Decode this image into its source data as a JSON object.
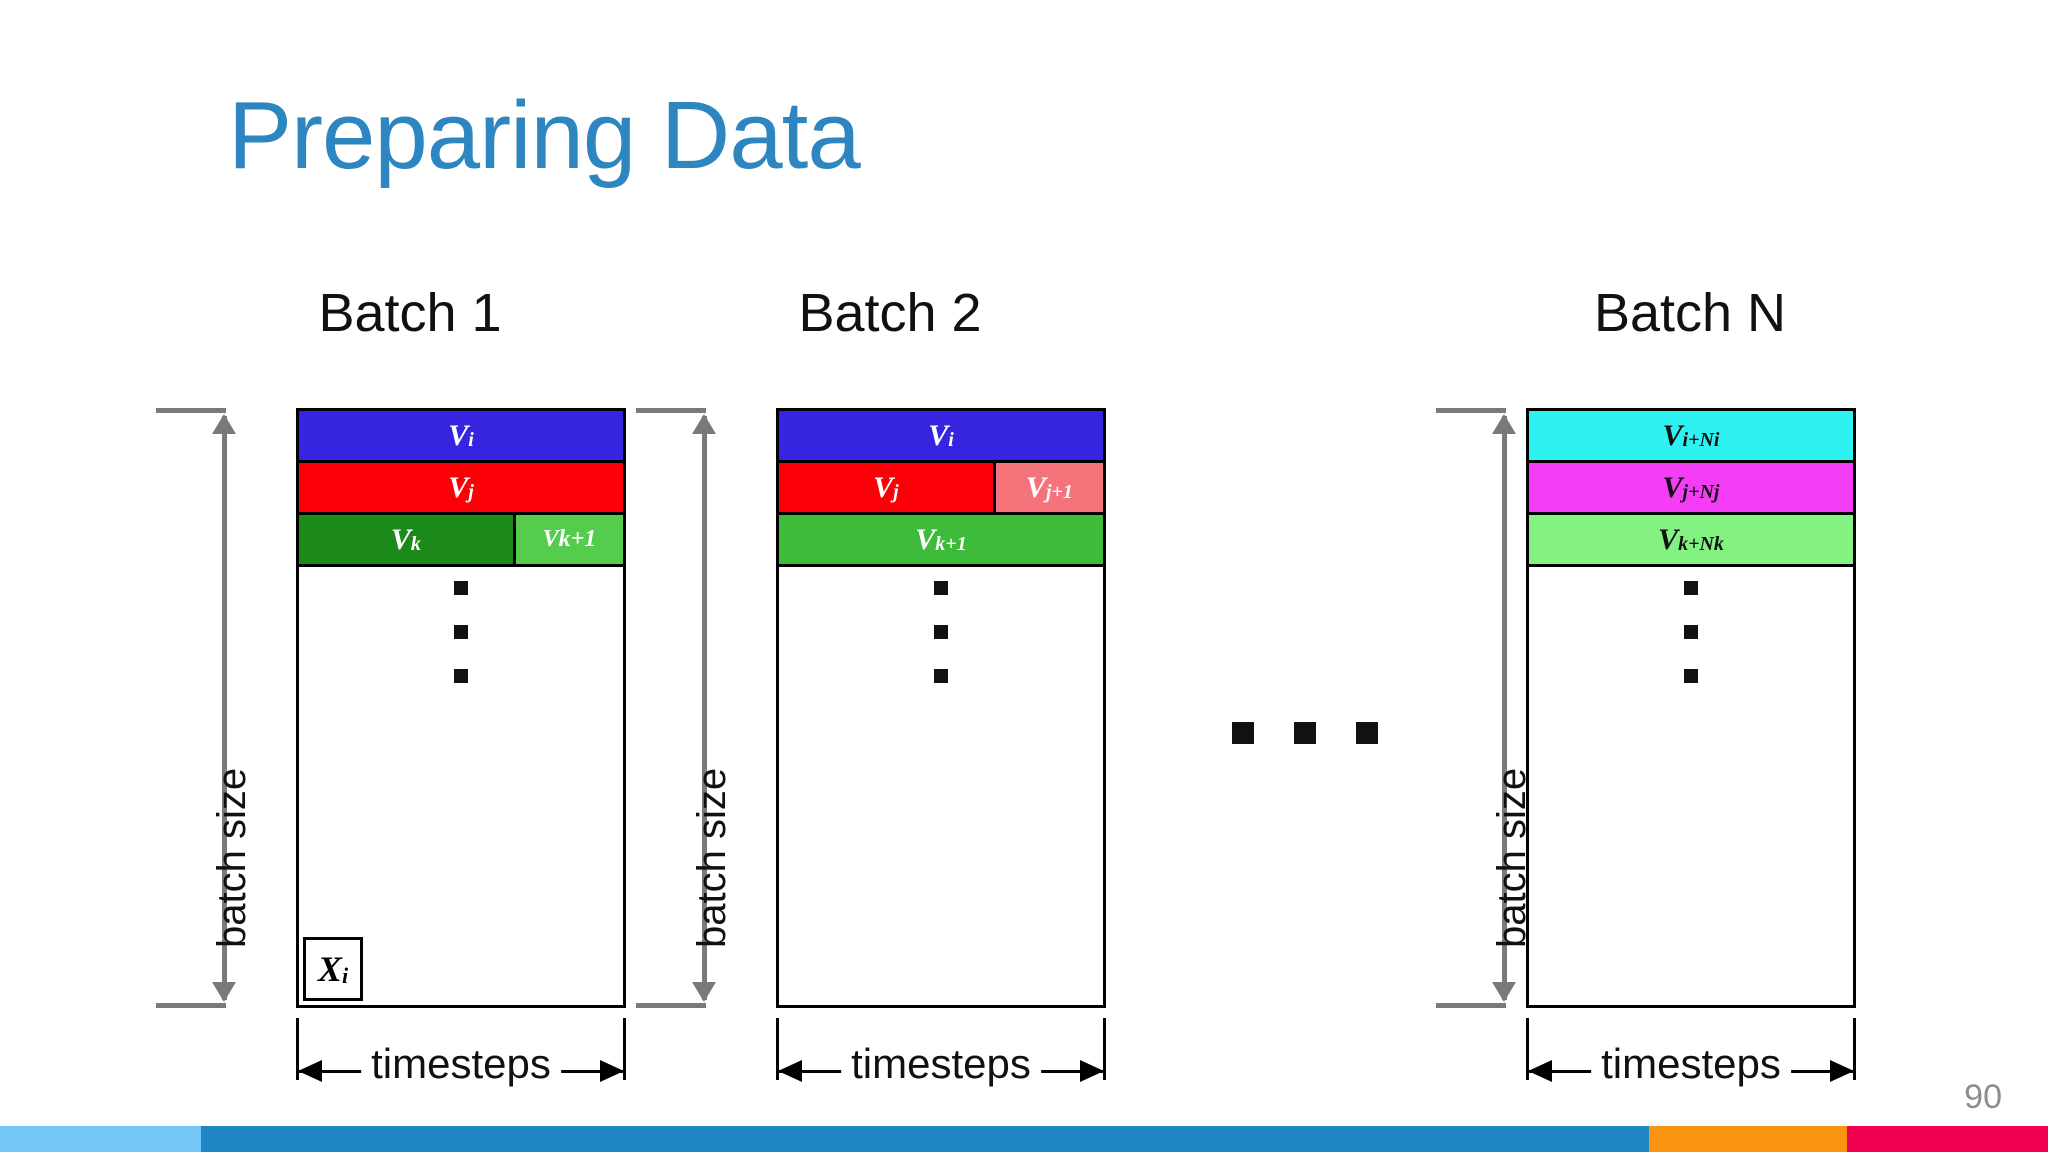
{
  "slide": {
    "title": "Preparing Data",
    "page_number": "90",
    "title_color": "#2E86C1"
  },
  "ellipsis_between_batches": "...",
  "measures": {
    "batch_size_label": "batch size",
    "timesteps_label": "timesteps"
  },
  "cells": {
    "x_base": "X",
    "x_sub": "i"
  },
  "batches": [
    {
      "heading": "Batch 1",
      "rows": [
        {
          "segments": [
            {
              "base": "V",
              "sub": "i",
              "color": "#3724E0",
              "text_color": "#ffffff",
              "width_pct": 100
            }
          ]
        },
        {
          "segments": [
            {
              "base": "V",
              "sub": "j",
              "color": "#FB0007",
              "text_color": "#ffffff",
              "width_pct": 100
            }
          ]
        },
        {
          "segments": [
            {
              "base": "V",
              "sub": "k",
              "color": "#1B8A1B",
              "text_color": "#ffffff",
              "width_pct": 66
            },
            {
              "base": "Vk+1",
              "sub": "",
              "color": "#55CC4D",
              "text_color": "#ffffff",
              "width_pct": 34
            }
          ]
        }
      ],
      "has_x_cell": true
    },
    {
      "heading": "Batch 2",
      "rows": [
        {
          "segments": [
            {
              "base": "V",
              "sub": "i",
              "color": "#3724E0",
              "text_color": "#ffffff",
              "width_pct": 100
            }
          ]
        },
        {
          "segments": [
            {
              "base": "V",
              "sub": "j",
              "color": "#FB0007",
              "text_color": "#ffffff",
              "width_pct": 66
            },
            {
              "base": "V",
              "sub": "j+1",
              "color": "#F5737A",
              "text_color": "#ffffff",
              "width_pct": 34
            }
          ]
        },
        {
          "segments": [
            {
              "base": "V",
              "sub": "k+1",
              "color": "#3EBB3A",
              "text_color": "#ffffff",
              "width_pct": 100
            }
          ]
        }
      ],
      "has_x_cell": false
    },
    {
      "heading": "Batch N",
      "rows": [
        {
          "segments": [
            {
              "base": "V",
              "sub": "i+Ni",
              "color": "#2EF2F2",
              "text_color": "#111111",
              "width_pct": 100
            }
          ]
        },
        {
          "segments": [
            {
              "base": "V",
              "sub": "j+Nj",
              "color": "#F63DF6",
              "text_color": "#111111",
              "width_pct": 100
            }
          ]
        },
        {
          "segments": [
            {
              "base": "V",
              "sub": "k+Nk",
              "color": "#83F283",
              "text_color": "#111111",
              "width_pct": 100
            }
          ]
        }
      ],
      "has_x_cell": false
    }
  ],
  "footer_segments": [
    {
      "color": "#72C7F7",
      "width_pct": 9.8
    },
    {
      "color": "#2186C4",
      "width_pct": 70.7
    },
    {
      "color": "#FB9412",
      "width_pct": 9.7
    },
    {
      "color": "#F20050",
      "width_pct": 9.8
    }
  ]
}
